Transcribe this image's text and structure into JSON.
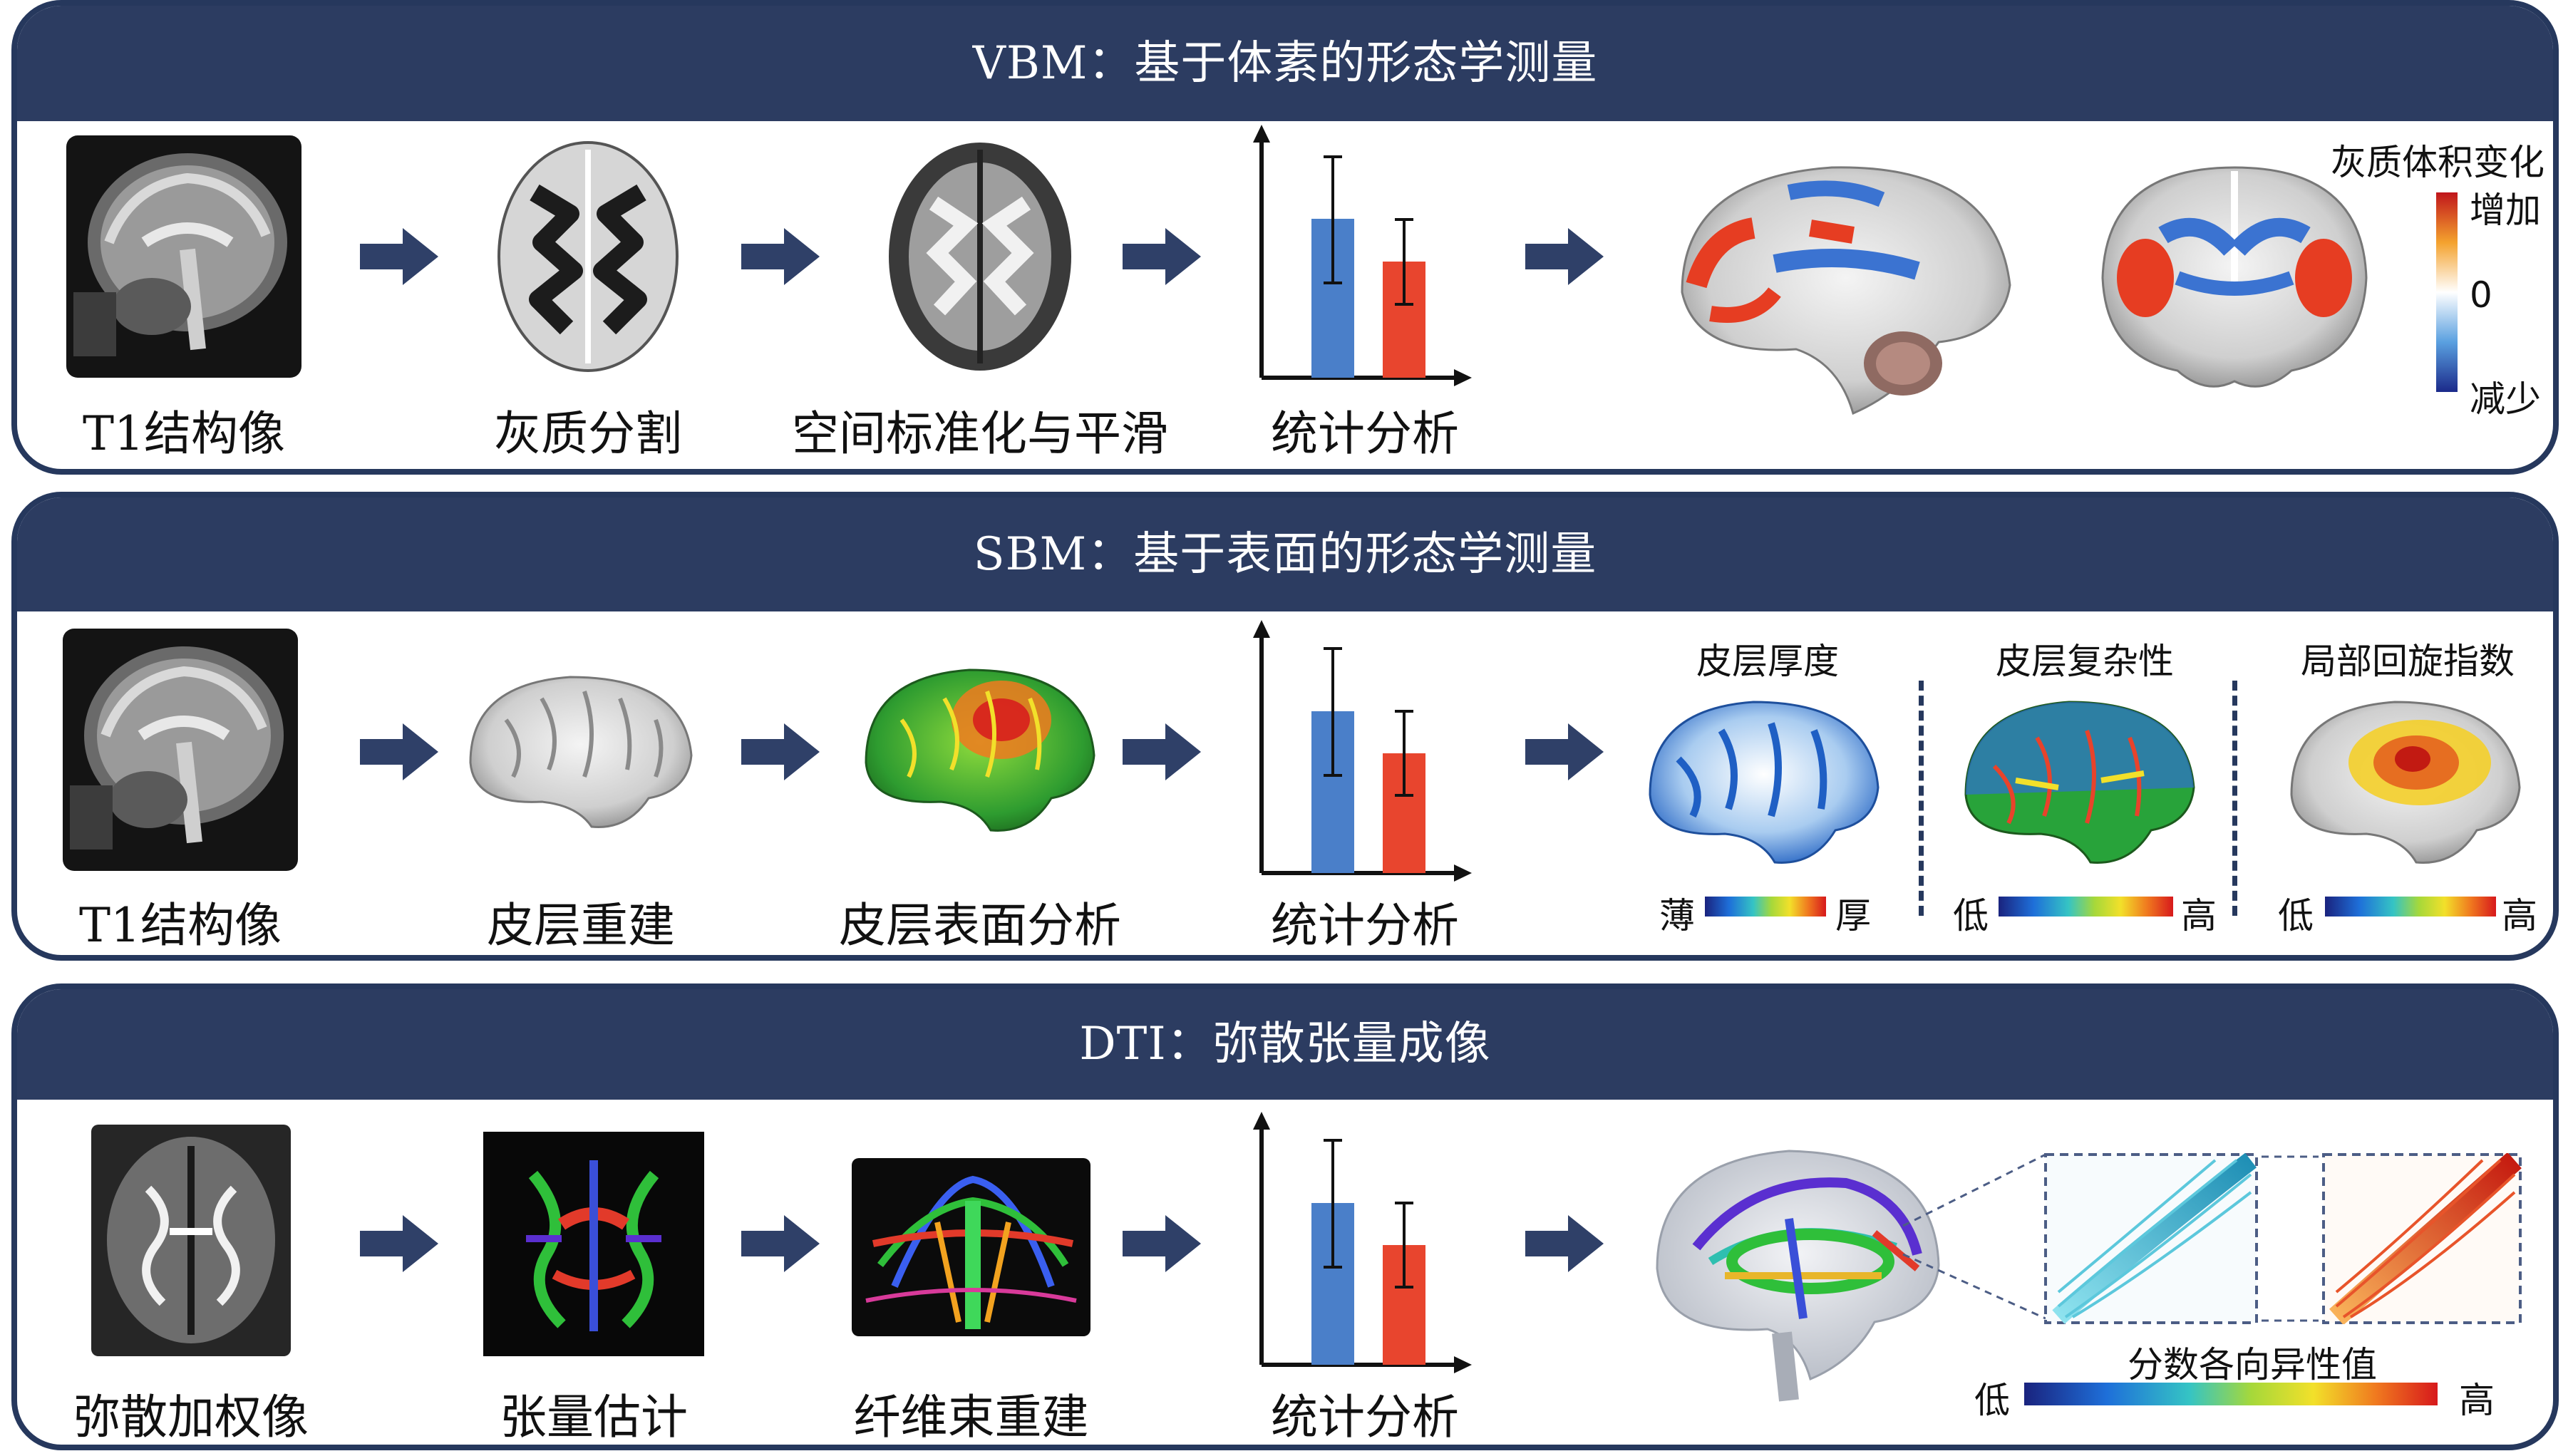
{
  "panels": [
    {
      "title": "VBM：基于体素的形态学测量",
      "steps": [
        "T1结构像",
        "灰质分割",
        "空间标准化与平滑",
        "统计分析"
      ],
      "colorbar": {
        "title": "灰质体积变化",
        "top_label": "增加",
        "mid_label": "0",
        "bottom_label": "减少"
      }
    },
    {
      "title": "SBM：基于表面的形态学测量",
      "steps": [
        "T1结构像",
        "皮层重建",
        "皮层表面分析",
        "统计分析"
      ],
      "maps": [
        {
          "title": "皮层厚度",
          "low": "薄",
          "high": "厚"
        },
        {
          "title": "皮层复杂性",
          "low": "低",
          "high": "高"
        },
        {
          "title": "局部回旋指数",
          "low": "低",
          "high": "高"
        }
      ]
    },
    {
      "title": "DTI：弥散张量成像",
      "steps": [
        "弥散加权像",
        "张量估计",
        "纤维束重建",
        "统计分析"
      ],
      "fa_bar": {
        "title": "分数各向异性值",
        "low": "低",
        "high": "高"
      }
    }
  ],
  "colors": {
    "frame": "#26385d",
    "bar_blue": "#4a7fc9",
    "bar_red": "#e8452e",
    "arrow": "#2f4068"
  }
}
